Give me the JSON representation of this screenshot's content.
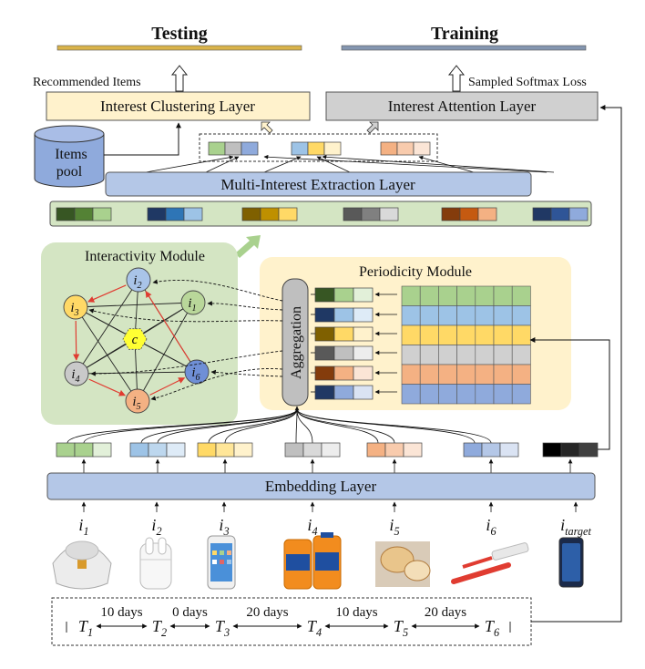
{
  "header": {
    "testing": "Testing",
    "training": "Training"
  },
  "labels": {
    "recommended_items": "Recommended Items",
    "sampled_softmax_loss": "Sampled Softmax Loss",
    "interest_clustering_layer": "Interest Clustering Layer",
    "interest_attention_layer": "Interest Attention Layer",
    "items_pool_line1": "Items",
    "items_pool_line2": "pool",
    "multi_interest_extraction_layer": "Multi-Interest Extraction Layer",
    "interactivity_module": "Interactivity Module",
    "periodicity_module": "Periodicity Module",
    "aggregation": "Aggregation",
    "embedding_layer": "Embedding Layer",
    "center_node": "c"
  },
  "graph_nodes": [
    {
      "id": "i2",
      "base": "i",
      "sub": "2",
      "color": "#a9c4e8"
    },
    {
      "id": "i1",
      "base": "i",
      "sub": "1",
      "color": "#b9d79a"
    },
    {
      "id": "i6",
      "base": "i",
      "sub": "6",
      "color": "#6f8fd6"
    },
    {
      "id": "i5",
      "base": "i",
      "sub": "5",
      "color": "#f4b183"
    },
    {
      "id": "i4",
      "base": "i",
      "sub": "4",
      "color": "#c9c9c9"
    },
    {
      "id": "i3",
      "base": "i",
      "sub": "3",
      "color": "#ffd966"
    }
  ],
  "items": [
    {
      "base": "i",
      "sub": "1",
      "emb": [
        "#a9d18e",
        "#a9d18e",
        "#e2f0d9"
      ]
    },
    {
      "base": "i",
      "sub": "2",
      "emb": [
        "#9dc3e6",
        "#bdd7ee",
        "#deebf7"
      ]
    },
    {
      "base": "i",
      "sub": "3",
      "emb": [
        "#ffd966",
        "#ffe699",
        "#fff2cc"
      ]
    },
    {
      "base": "i",
      "sub": "4",
      "emb": [
        "#bfbfbf",
        "#d9d9d9",
        "#ededed"
      ]
    },
    {
      "base": "i",
      "sub": "5",
      "emb": [
        "#f4b183",
        "#f8cbad",
        "#fbe5d6"
      ]
    },
    {
      "base": "i",
      "sub": "6",
      "emb": [
        "#8faadc",
        "#b4c7e7",
        "#dae3f3"
      ]
    },
    {
      "base": "i",
      "sub": "target",
      "emb": [
        "#000000",
        "#262626",
        "#404040"
      ]
    }
  ],
  "time_axis": {
    "points": [
      {
        "base": "T",
        "sub": "1"
      },
      {
        "base": "T",
        "sub": "2"
      },
      {
        "base": "T",
        "sub": "3"
      },
      {
        "base": "T",
        "sub": "4"
      },
      {
        "base": "T",
        "sub": "5"
      },
      {
        "base": "T",
        "sub": "6"
      }
    ],
    "gaps": [
      "10 days",
      "0 days",
      "20 days",
      "10 days",
      "20 days"
    ]
  },
  "colors": {
    "testing_bar": "#d9b34a",
    "training_bar": "#8496b0",
    "clustering_fill": "#fff2cc",
    "attention_fill": "#d0d0d0",
    "blue_layer": "#b4c7e7",
    "green_panel": "#d4e5c3",
    "yellow_panel": "#fff2cc",
    "aggregation": "#bfbfbf",
    "items_pool": "#8faadc",
    "center_node": "#ffff33"
  }
}
